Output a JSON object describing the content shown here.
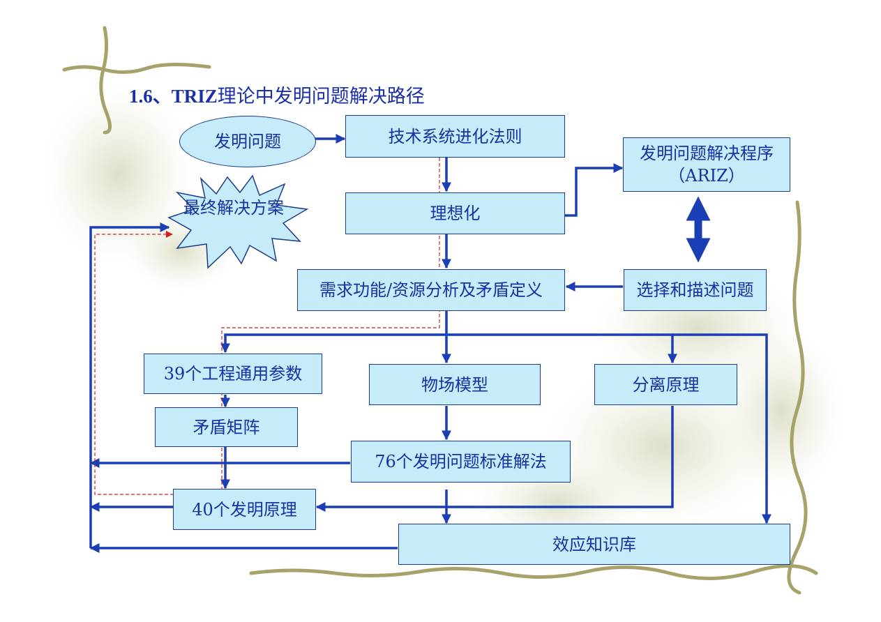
{
  "colors": {
    "box_fill": "#c6ebf9",
    "box_border": "#1b3b8c",
    "text": "#1532a3",
    "arrow": "#1a3fb5",
    "dashed": "#d22020",
    "vine": "#a6a26a"
  },
  "title": {
    "number": "1.6、",
    "bold": "TRIZ",
    "rest": "理论中发明问题解决路径"
  },
  "nodes": {
    "invention_problem": "发明问题",
    "evolution_laws": "技术系统进化法则",
    "ideality": "理想化",
    "ariz_line1": "发明问题解决程序",
    "ariz_line2": "（ARIZ）",
    "final_solution": "最终解决方案",
    "function_analysis": "需求功能/资源分析及矛盾定义",
    "select_describe": "选择和描述问题",
    "parameters_39": "39个工程通用参数",
    "substance_field": "物场模型",
    "separation": "分离原理",
    "contradiction_matrix": "矛盾矩阵",
    "standard_solutions_76": "76个发明问题标准解法",
    "principles_40": "40个发明原理",
    "effects_db": "效应知识库"
  }
}
